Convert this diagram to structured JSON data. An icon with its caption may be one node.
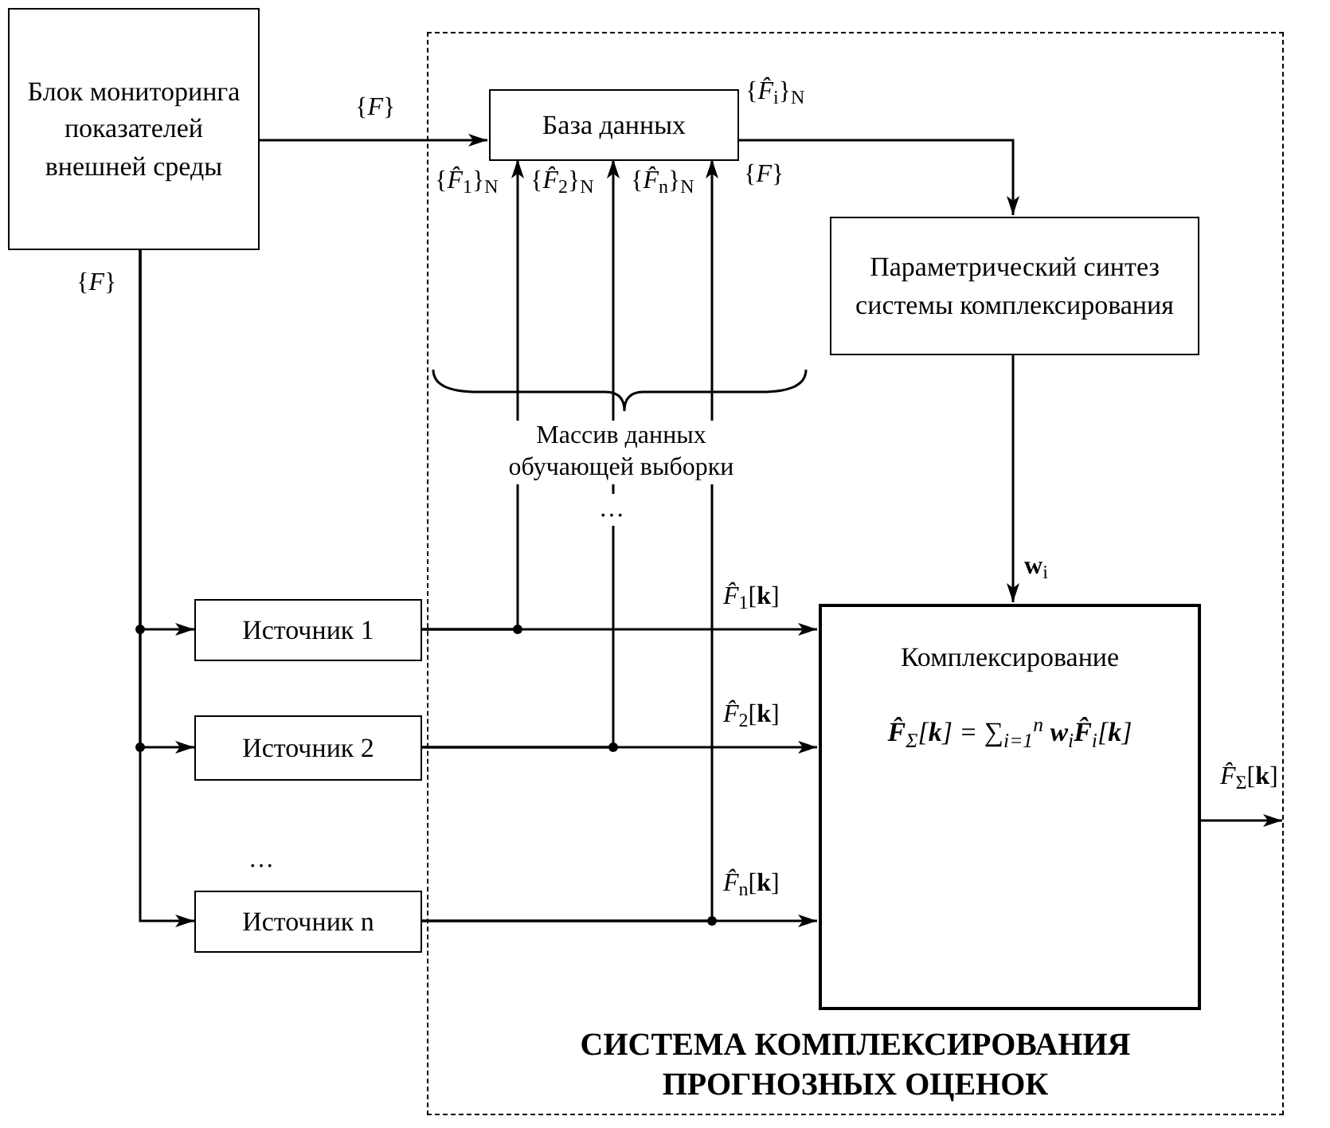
{
  "diagram": {
    "nodes": [
      {
        "text": [
          "СИСТЕМА КОМПЛЕКСИРОВАНИЯ ПРОГНОЗНЫХ ОЦЕНОК"
        ]
      },
      {
        "text": [
          "Блок мониторинга показателей внешней среды"
        ]
      },
      {
        "text": [
          "База данных"
        ],
        "in": 0
      },
      {
        "text": [
          "Параметрический синтез системы комплексирования"
        ],
        "in": 0
      },
      {
        "text": [
          "Комплексирование",
          "**F̂**$_{Σ}$[**k**] = ∑$_{i=1}$$^{n}$ **w**$_{i}$**F̂**$_{i}$[**k**]"
        ],
        "in": 0
      },
      {
        "text": [
          "Источник 1"
        ]
      },
      {
        "text": [
          "Источник 2"
        ]
      },
      {
        "text": [
          "Источник n"
        ]
      }
    ],
    "edges": [
      {
        "from": 1,
        "to": 2,
        "arrow": "to",
        "label": "{*F*}"
      },
      {
        "from": 1,
        "to": 5,
        "arrow": "to"
      },
      {
        "from": 1,
        "to": 6,
        "arrow": "to"
      },
      {
        "from": 1,
        "to": 7,
        "arrow": "to"
      },
      {
        "from": 5,
        "to": 2,
        "arrow": "to",
        "label": "{*F̂*$_{1}$}$_{N}$"
      },
      {
        "from": 6,
        "to": 2,
        "arrow": "to",
        "label": "{*F̂*$_{2}$}$_{N}$"
      },
      {
        "from": 7,
        "to": 2,
        "arrow": "to",
        "label": "{*F̂*$_{n}$}$_{N}$"
      },
      {
        "from": 5,
        "to": 4,
        "arrow": "to",
        "label": "*F̂*$_{1}$[**k**]"
      },
      {
        "from": 6,
        "to": 4,
        "arrow": "to",
        "label": "*F̂*$_{2}$[**k**]"
      },
      {
        "from": 7,
        "to": 4,
        "arrow": "to",
        "label": "*F̂*$_{n}$[**k**]"
      },
      {
        "from": 2,
        "to": 3,
        "arrow": "to",
        "label": "{*F̂*$_{i}$}$_{N}$"
      },
      {
        "from": 3,
        "to": 4,
        "arrow": "to",
        "label": "**w**$_{i}$"
      },
      {
        "from": 4,
        "to": null,
        "arrow": "to",
        "label": "*F̂*$_{Σ}$[**k**]"
      }
    ],
    "labels": [
      "{*F*}",
      "{*F*}",
      "Массив данных обучающей выборки",
      "…",
      "…"
    ]
  }
}
